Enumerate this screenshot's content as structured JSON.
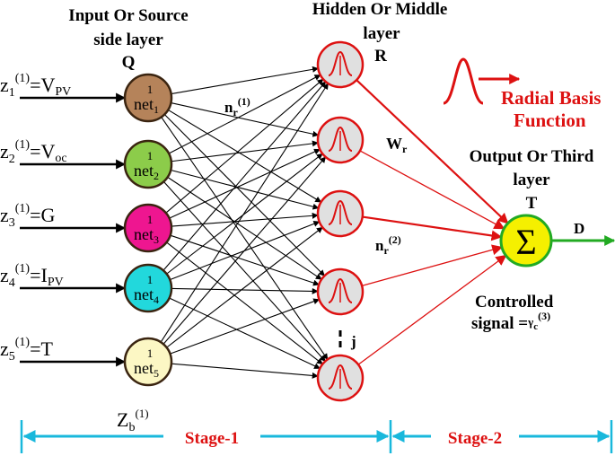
{
  "labels": {
    "input_layer_line1": "Input Or Source",
    "input_layer_line2": "side layer",
    "input_letter": "Q",
    "hidden_layer_line1": "Hidden Or Middle",
    "hidden_layer_line2": "layer",
    "hidden_letter": "R",
    "rbf_line1": "Radial Basis",
    "rbf_line2": "Function",
    "output_layer_line1": "Output Or Third",
    "output_layer_line2": "layer",
    "output_letter": "T",
    "output_arrow": "D",
    "weight_w": "W",
    "weight_w_sub": "r",
    "nr1_base": "n",
    "nr1_sub": "r",
    "nr1_sup": "(1)",
    "nr2_base": "n",
    "nr2_sub": "r",
    "nr2_sup": "(2)",
    "j_label": "j",
    "controlled_line1": "Controlled",
    "controlled_line2": "signal =",
    "controlled_gamma": "γ",
    "controlled_sub": "c",
    "controlled_sup": "(3)",
    "zb_base": "Z",
    "zb_sub": "b",
    "zb_sup": "(1)",
    "stage1": "Stage-1",
    "stage2": "Stage-2",
    "sigma": "Σ"
  },
  "inputs": [
    {
      "z": "z",
      "sub": "1",
      "sup": "(1)",
      "eq": "=V",
      "eqsub": "PV",
      "node_sup": "1",
      "node": "net",
      "node_sub": "1",
      "fill": "#b5835a"
    },
    {
      "z": "z",
      "sub": "2",
      "sup": "(1)",
      "eq": "=V",
      "eqsub": "oc",
      "node_sup": "1",
      "node": "net",
      "node_sub": "2",
      "fill": "#8ccc4a"
    },
    {
      "z": "z",
      "sub": "3",
      "sup": "(1)",
      "eq": "=G",
      "eqsub": "",
      "node_sup": "1",
      "node": "net",
      "node_sub": "3",
      "fill": "#ee1690"
    },
    {
      "z": "z",
      "sub": "4",
      "sup": "(1)",
      "eq": "=I",
      "eqsub": "PV",
      "node_sup": "1",
      "node": "net",
      "node_sub": "4",
      "fill": "#22d8dc"
    },
    {
      "z": "z",
      "sub": "5",
      "sup": "(1)",
      "eq": "=T",
      "eqsub": "",
      "node_sup": "1",
      "node": "net",
      "node_sub": "5",
      "fill": "#fcf7c4"
    }
  ],
  "colors": {
    "red": "#dd1111",
    "cyan": "#19b8dc",
    "green": "#22aa22",
    "output_fill": "#f5f000",
    "hidden_fill": "#e0e0e0"
  }
}
